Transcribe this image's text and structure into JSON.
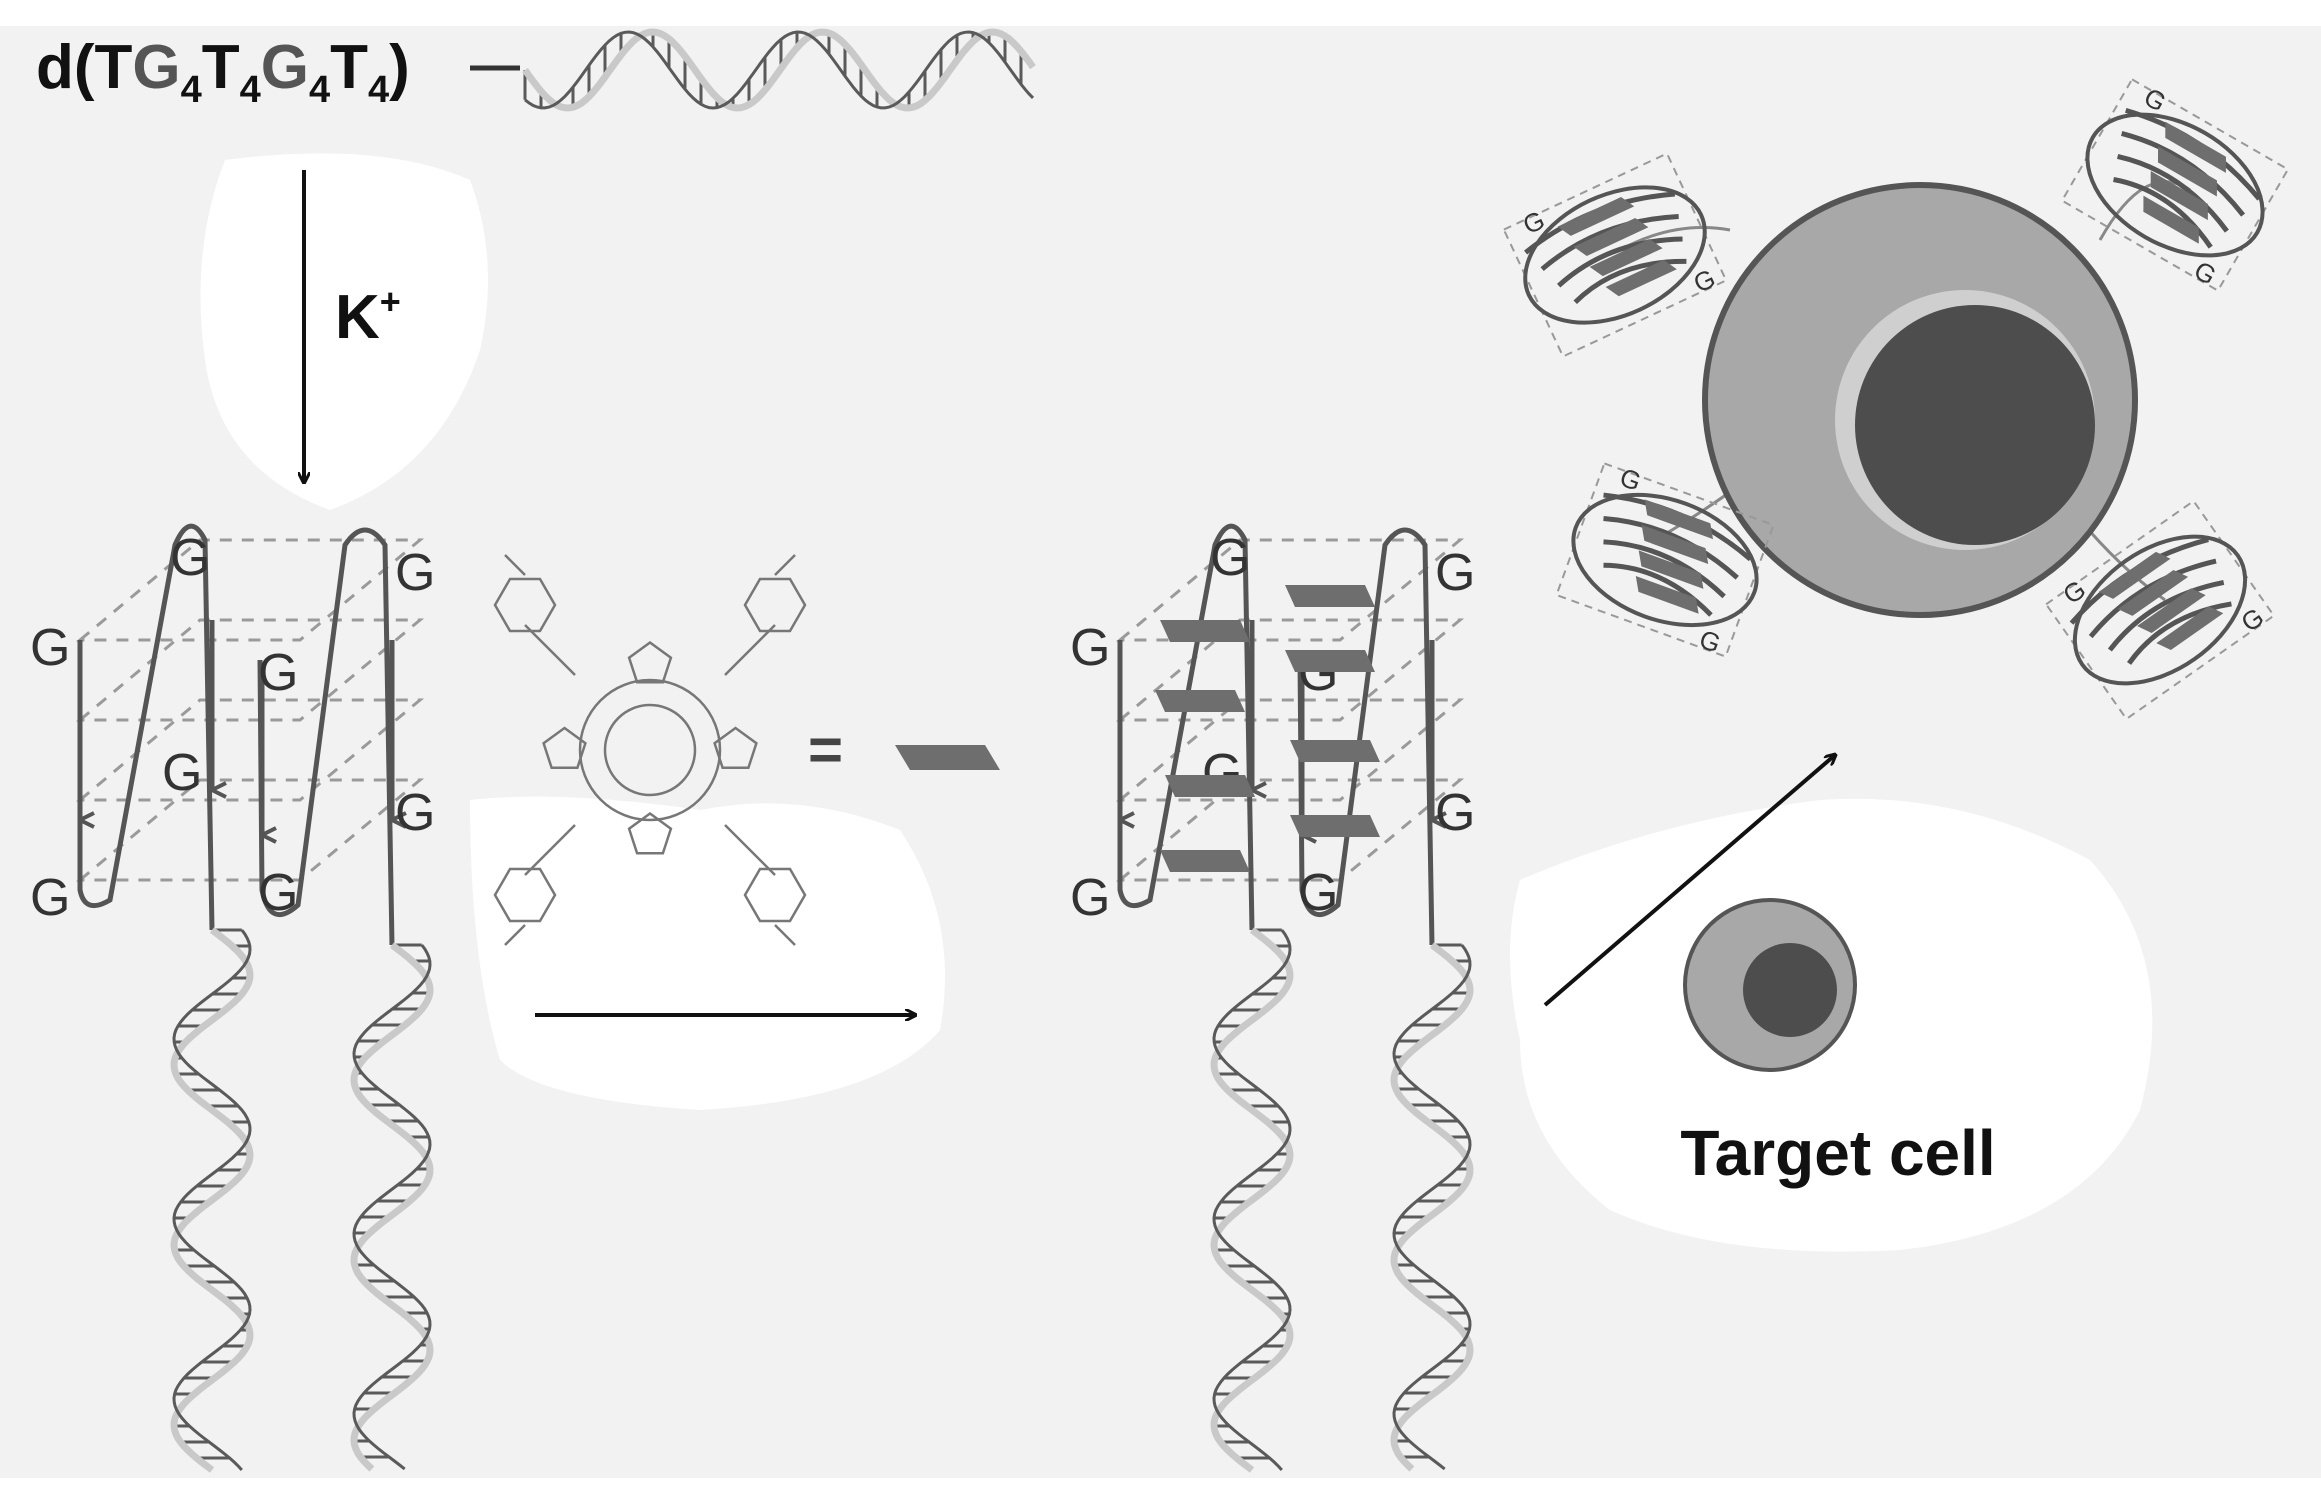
{
  "sequence": {
    "prefix": "d(T",
    "parts": [
      {
        "base": "G",
        "sub": "4"
      },
      {
        "base": "T",
        "sub": "4"
      },
      {
        "base": "G",
        "sub": "4"
      },
      {
        "base": "T",
        "sub": "4"
      }
    ],
    "suffix": ")"
  },
  "ion": {
    "base": "K",
    "sup": "+"
  },
  "equals": "=",
  "g_label": "G",
  "target_label": "Target cell",
  "colors": {
    "background": "#f2f2f2",
    "white_patch": "#ffffff",
    "strand": "#555555",
    "guide": "#9a9a9a",
    "ligand": "#6e6e6e",
    "cell_outer": "#a8a8a8",
    "cell_nucleus": "#4d4d4d",
    "helix_light": "#c9c9c9",
    "helix_dark": "#5a5a5a"
  }
}
